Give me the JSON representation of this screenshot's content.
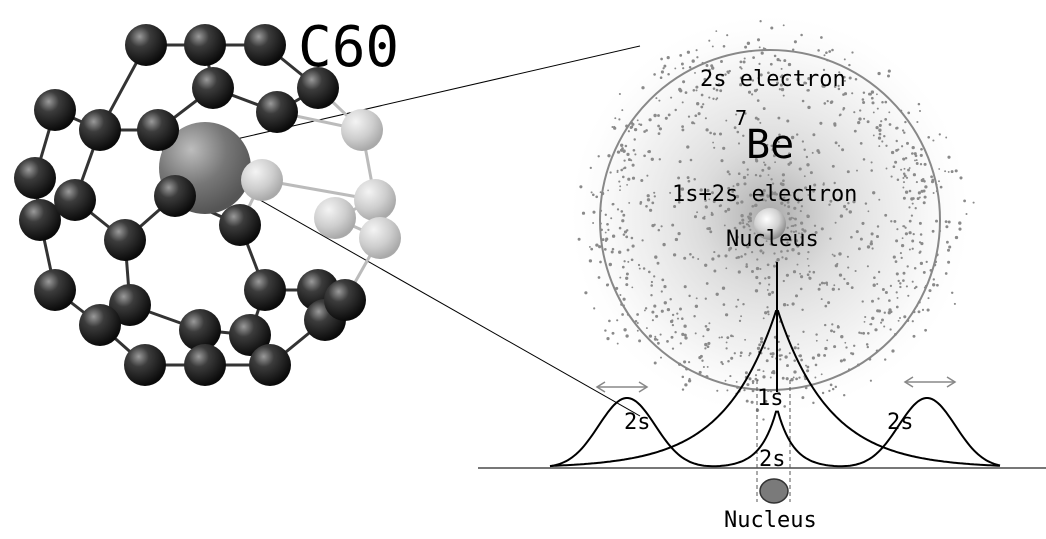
{
  "molecule": {
    "label": "C60"
  },
  "atom": {
    "isotope_mass": "7",
    "element": "Be",
    "outer_label": "2s electron",
    "inner_label": "1s+2s electron",
    "nucleus_label": "Nucleus"
  },
  "wavefunction": {
    "label_1s": "1s",
    "label_2s_left": "2s",
    "label_2s_right": "2s",
    "label_2s_center": "2s",
    "nucleus_label": "Nucleus"
  }
}
